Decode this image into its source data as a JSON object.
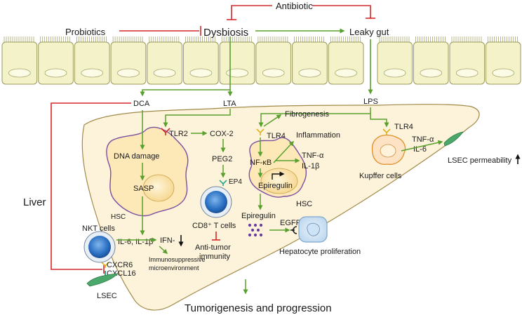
{
  "labels": {
    "antibiotic": "Antibiotic",
    "probiotics": "Probiotics",
    "dysbiosis": "Dysbiosis",
    "leaky_gut": "Leaky gut",
    "dca": "DCA",
    "lta": "LTA",
    "lps": "LPS",
    "liver": "Liver",
    "tlr2": "TLR2",
    "cox2": "COX-2",
    "peg2": "PEG2",
    "ep4": "EP4",
    "dna_damage": "DNA damage",
    "sasp": "SASP",
    "hsc_left": "HSC",
    "il6_il1b": "IL-6, IL-1β",
    "cd8": "CD8⁺ T cells",
    "anti_tumor_1": "Anti-tumor",
    "anti_tumor_2": "immunity",
    "tlr4_hsc": "TLR4",
    "fibrogenesis": "Fibrogenesis",
    "inflammation": "Inflammation",
    "tnfa_hsc": "TNF-α",
    "il1b_hsc": "IL-1β",
    "nfkb": "NF-κB",
    "epiregulin_in": "Epiregulin",
    "hsc_right": "HSC",
    "epiregulin_out": "Epiregulin",
    "egfr": "EGFR",
    "hepatocyte_prolif": "Hepatocyte proliferation",
    "tlr4_kupffer": "TLR4",
    "tnfa_kupffer": "TNF-α",
    "il6_kupffer": "IL-6",
    "kupffer": "Kupffer cells",
    "lsec_perm": "LSEC permeability",
    "nkt": "NKT cells",
    "ifn": "IFN-",
    "immuno_1": "Immunosuppressive",
    "immuno_2": "microenvironment",
    "cxcr6": "CXCR6",
    "cxcl16": "CXCL16",
    "lsec": "LSEC",
    "tumorigenesis": "Tumorigenesis and progression"
  },
  "colors": {
    "activate": "#5aa02c",
    "inhibit": "#d62728",
    "liver_fill": "#fdf3da",
    "liver_stroke": "#a08a4a",
    "gut_cell": "#f3f2c8",
    "hsc_fill": "#fde9b8",
    "hsc_stroke": "#7b4fa0"
  }
}
